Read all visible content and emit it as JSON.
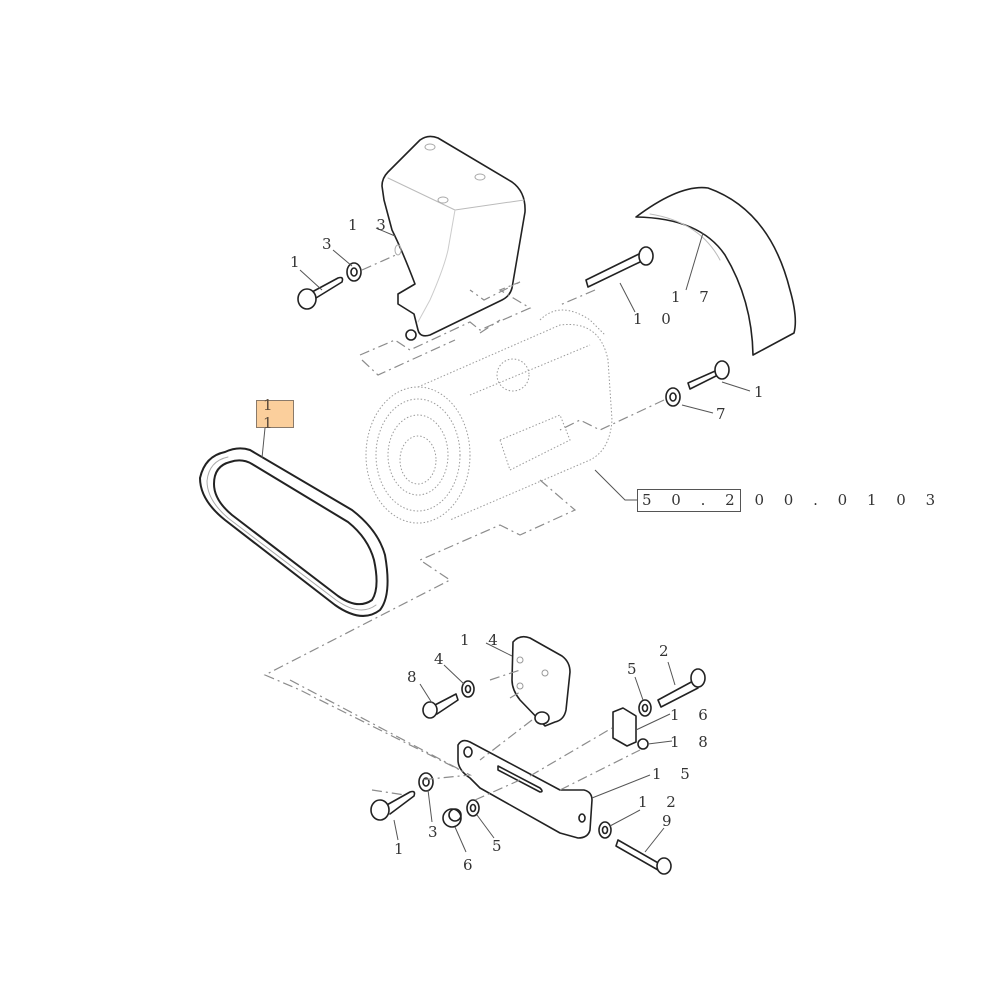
{
  "diagram": {
    "type": "exploded-parts-diagram",
    "subject": "Air conditioning compressor mounting assembly",
    "highlighted_part": "11",
    "highlight_color": "#fbcf9c",
    "reference_label": "50.200.0103",
    "reference_display": "5 0 . 2 0 0 . 0 1 0 3",
    "callouts": [
      {
        "id": "c-13",
        "text": "1 3",
        "part": "13",
        "desc": "upper bracket"
      },
      {
        "id": "c-3-top",
        "text": "3",
        "part": "3",
        "desc": "washer"
      },
      {
        "id": "c-1-top",
        "text": "1",
        "part": "1",
        "desc": "bolt"
      },
      {
        "id": "c-10",
        "text": "1 0",
        "part": "10",
        "desc": "long bolt"
      },
      {
        "id": "c-17",
        "text": "1 7",
        "part": "17",
        "desc": "curved guard"
      },
      {
        "id": "c-1-right",
        "text": "1",
        "part": "1",
        "desc": "bolt"
      },
      {
        "id": "c-7",
        "text": "7",
        "part": "7",
        "desc": "washer"
      },
      {
        "id": "c-11",
        "text": "1 1",
        "part": "11",
        "desc": "drive belt (highlighted)"
      },
      {
        "id": "c-14",
        "text": "1 4",
        "part": "14",
        "desc": "plate"
      },
      {
        "id": "c-4",
        "text": "4",
        "part": "4",
        "desc": "washer"
      },
      {
        "id": "c-8",
        "text": "8",
        "part": "8",
        "desc": "bolt"
      },
      {
        "id": "c-5-top",
        "text": "5",
        "part": "5",
        "desc": "washer"
      },
      {
        "id": "c-2",
        "text": "2",
        "part": "2",
        "desc": "bolt"
      },
      {
        "id": "c-16",
        "text": "1 6",
        "part": "16",
        "desc": "block"
      },
      {
        "id": "c-18",
        "text": "1 8",
        "part": "18",
        "desc": "nut"
      },
      {
        "id": "c-15",
        "text": "1 5",
        "part": "15",
        "desc": "lower bracket"
      },
      {
        "id": "c-12",
        "text": "1 2",
        "part": "12",
        "desc": "washer"
      },
      {
        "id": "c-9",
        "text": "9",
        "part": "9",
        "desc": "bolt"
      },
      {
        "id": "c-1-bottom",
        "text": "1",
        "part": "1",
        "desc": "bolt"
      },
      {
        "id": "c-3-bottom",
        "text": "3",
        "part": "3",
        "desc": "washer"
      },
      {
        "id": "c-6",
        "text": "6",
        "part": "6",
        "desc": "spacer"
      },
      {
        "id": "c-5-bottom",
        "text": "5",
        "part": "5",
        "desc": "washer"
      }
    ]
  }
}
